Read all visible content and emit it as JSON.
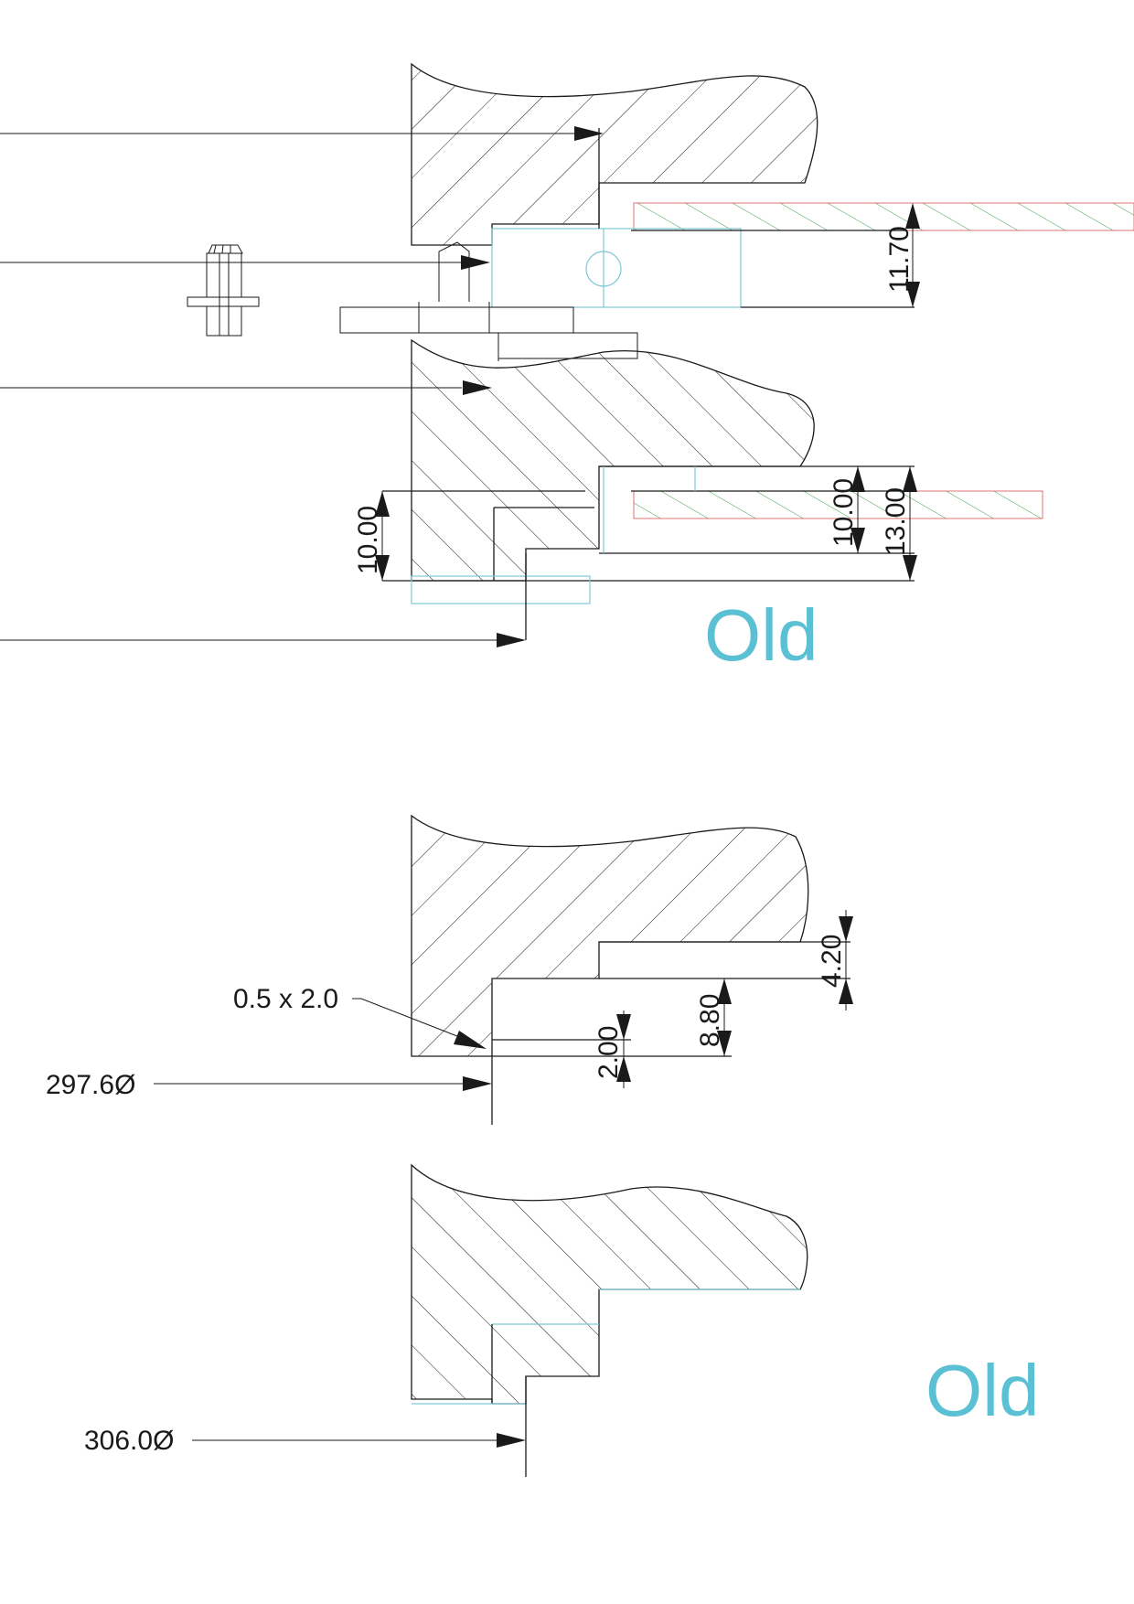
{
  "colors": {
    "line": "#1a1a1a",
    "accent": "#5bc0d4",
    "hatch_green": "#3f9e4a",
    "hatch_red": "#d45050"
  },
  "section_top": {
    "dims": {
      "d1": "11.70",
      "d2": "10.00",
      "d3": "10.00",
      "d4": "13.00"
    },
    "label": "Old"
  },
  "section_middle": {
    "dims": {
      "d1": "4.20",
      "d2": "8.80",
      "d3": "2.00"
    },
    "callouts": {
      "chamfer": "0.5 x 2.0",
      "diameter": "297.6Ø"
    }
  },
  "section_bottom": {
    "callouts": {
      "diameter": "306.0Ø"
    },
    "label": "Old"
  }
}
